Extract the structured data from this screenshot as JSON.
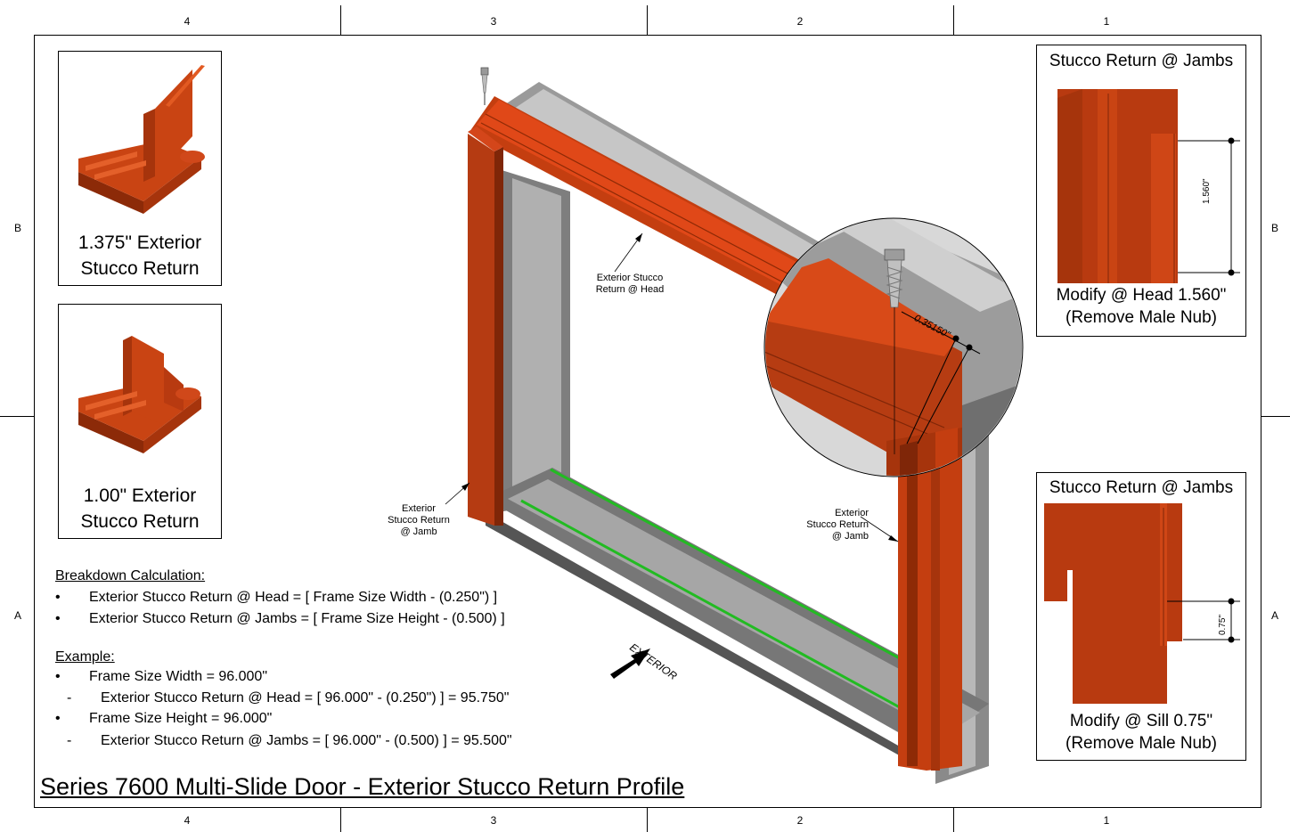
{
  "zones": {
    "top": [
      "4",
      "3",
      "2",
      "1"
    ],
    "bottom": [
      "4",
      "3",
      "2",
      "1"
    ],
    "left": [
      "B",
      "A"
    ],
    "right": [
      "B",
      "A"
    ]
  },
  "profiles": {
    "p1_label": [
      "1.375\" Exterior",
      "Stucco Return"
    ],
    "p2_label": [
      "1.00\" Exterior",
      "Stucco Return"
    ]
  },
  "detail_head": {
    "title": "Stucco Return @ Jambs",
    "dimension": "1.560\"",
    "caption": [
      "Modify @ Head 1.560\"",
      "(Remove Male Nub)"
    ]
  },
  "detail_sill": {
    "title": "Stucco Return @ Jambs",
    "dimension": "0.75\"",
    "caption": [
      "Modify @ Sill 0.75\"",
      "(Remove Male Nub)"
    ]
  },
  "callouts": {
    "head": [
      "Exterior Stucco",
      "Return @ Head"
    ],
    "jamb_left": [
      "Exterior",
      "Stucco Return",
      "@ Jamb"
    ],
    "jamb_right": [
      "Exterior",
      "Stucco Return",
      "@ Jamb"
    ],
    "zoom_dim": "0.35150\"",
    "direction": "EXTERIOR"
  },
  "calculation": {
    "heading": "Breakdown Calculation:",
    "items": [
      "Exterior Stucco Return @ Head = [ Frame Size Width - (0.250\") ]",
      "Exterior Stucco Return @ Jambs = [ Frame Size Height - (0.500) ]"
    ]
  },
  "example": {
    "heading": "Example:",
    "lines": [
      "Frame Size Width = 96.000\"",
      "Exterior Stucco Return @ Head = [ 96.000\" - (0.250\") ] = 95.750\"",
      "Frame Size Height = 96.000\"",
      "Exterior Stucco Return @ Jambs = [ 96.000\" - (0.500) ] = 95.500\""
    ]
  },
  "title": "Series 7600  Multi-Slide Door - Exterior Stucco Return Profile",
  "colors": {
    "stucco": "#b83a10",
    "stucco_light": "#d64a18",
    "stucco_dark": "#7f2608",
    "frame": "#8a8a8a",
    "frame_light": "#c4c4c4",
    "glazing_strip": "#22bb22"
  }
}
